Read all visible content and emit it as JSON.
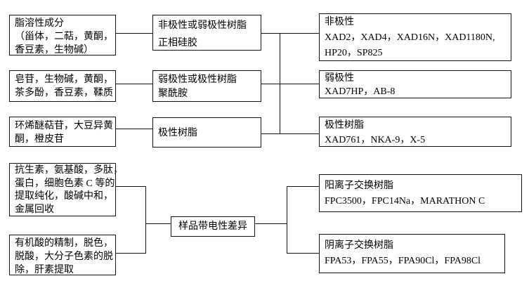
{
  "colors": {
    "background": "#ffffff",
    "line": "#111111",
    "text": "#000000"
  },
  "diagram": {
    "boxes": {
      "l1": {
        "lines": [
          "脂溶性成分",
          "（甾体，二萜，黄酮，",
          "香豆素，生物碱）"
        ]
      },
      "l2": {
        "lines": [
          "皂苷，生物碱，黄酮，",
          "茶多酚，香豆素，鞣质"
        ]
      },
      "l3": {
        "lines": [
          "环烯醚萜苷，大豆异黄",
          "酮，橙皮苷"
        ]
      },
      "l4": {
        "lines": [
          "抗生素，氨基酸，多肽，",
          "蛋白，细胞色素 C 等的",
          "提取纯化，酸碱中和，",
          "金属回收"
        ]
      },
      "l5": {
        "lines": [
          "有机酸的精制，脱色，",
          "脱酸，大分子色素的脱",
          "除，肝素提取"
        ]
      },
      "m1": {
        "lines": [
          "非极性或弱极性树脂",
          "正相硅胶"
        ]
      },
      "m2": {
        "lines": [
          "弱极性或极性树脂",
          "聚酰胺"
        ]
      },
      "m3": {
        "lines": [
          "极性树脂"
        ]
      },
      "m4": {
        "lines": [
          "样品带电性差异"
        ]
      },
      "r1": {
        "lines": [
          "非极性",
          "XAD2，XAD4，XAD16N，XAD1180N,",
          "HP20，SP825"
        ]
      },
      "r2": {
        "lines": [
          "弱极性",
          "XAD7HP，AB-8"
        ]
      },
      "r3": {
        "lines": [
          "极性树脂",
          "XAD761，NKA-9，X-5"
        ]
      },
      "r4": {
        "lines": [
          "阳离子交换树脂",
          "FPC3500，FPC14Na，MARATHON C"
        ]
      },
      "r5": {
        "lines": [
          "阴离子交换树脂",
          "FPA53，FPA55，FPA90Cl，FPA98Cl"
        ]
      }
    }
  }
}
